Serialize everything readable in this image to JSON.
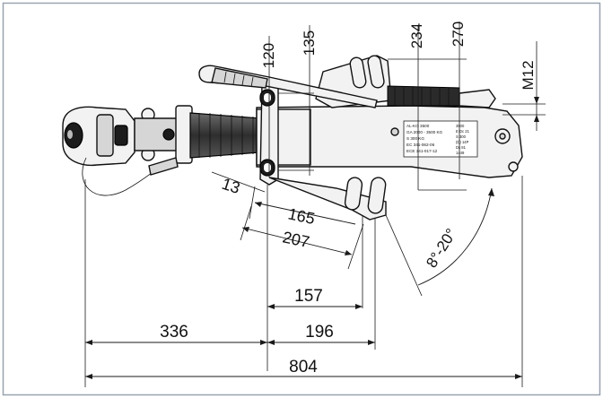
{
  "dimensions": {
    "top_120": "120",
    "top_135": "135",
    "top_234": "234",
    "top_270": "270",
    "thread_m12": "M12",
    "d_13": "13",
    "d_165": "165",
    "d_207": "207",
    "d_157": "157",
    "d_336": "336",
    "d_196": "196",
    "d_804": "804",
    "angle": "8°-20°"
  },
  "nameplate": {
    "lines": [
      "AL-KO 3500",
      "GA 2000 - 3500 KG",
      "S 300 KG",
      "EC 341-062-06",
      "ECE 341-017-12"
    ],
    "side_lines": [
      "3500",
      "E Dc 21",
      "S 300",
      "(D) 14P",
      "Ds 81",
      "1449"
    ]
  },
  "colors": {
    "background": "#ffffff",
    "frame": "#9aa3b0",
    "bellows": "#3c3c3c",
    "spring": "#2a2a2a"
  }
}
